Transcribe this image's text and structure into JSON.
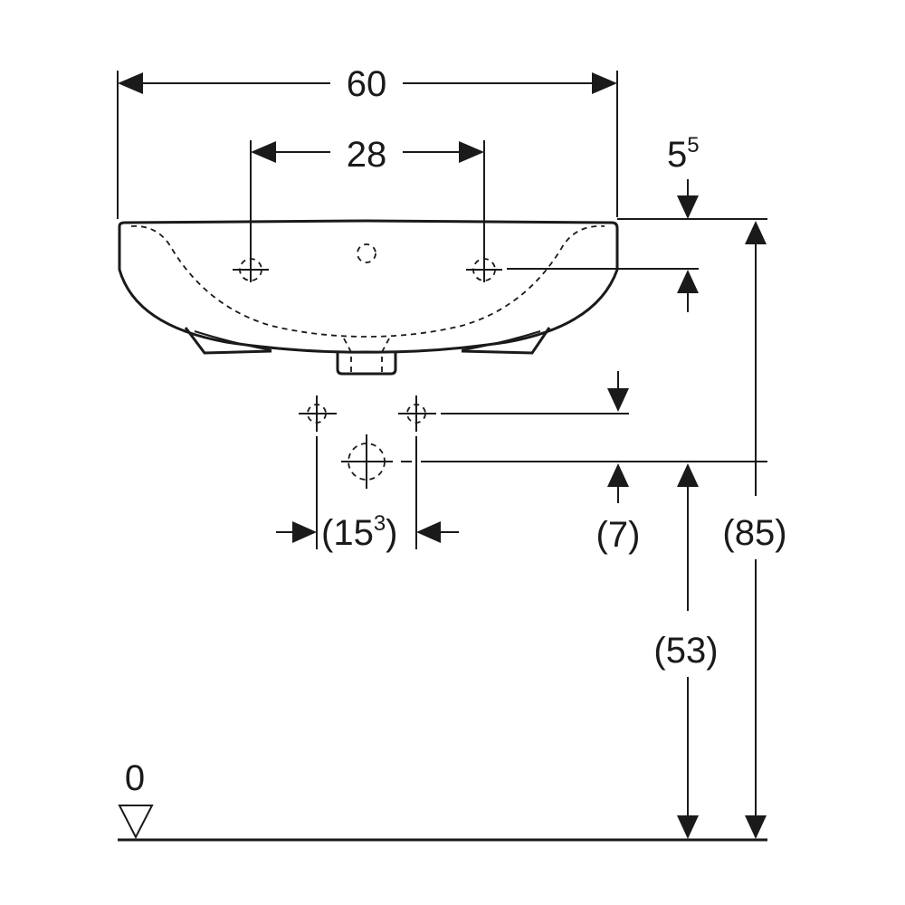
{
  "dimensions": {
    "overall_width": "60",
    "tap_hole_spacing": "28",
    "rim_to_tap_hole": {
      "base": "5",
      "sup": "5"
    },
    "supply_spacing": {
      "open": "(15",
      "sup": "3",
      "close": ")"
    },
    "supply_to_drain": "(7)",
    "drain_height": "(53)",
    "rim_height": "(85)",
    "floor_level": "0"
  },
  "colors": {
    "line": "#1a1a1a",
    "background": "#ffffff"
  }
}
